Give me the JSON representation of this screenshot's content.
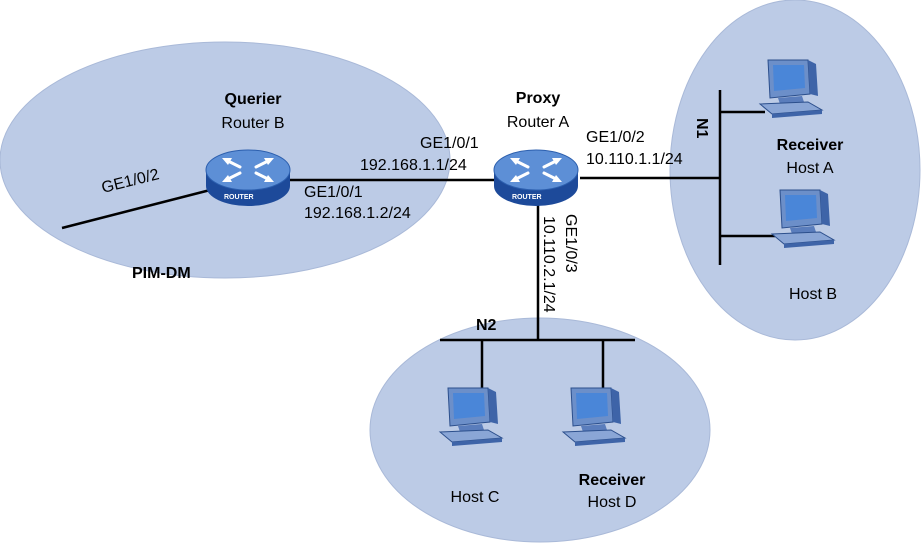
{
  "colors": {
    "area_fill": "#bccbe6",
    "area_stroke": "#a9b9d8",
    "line": "#000000",
    "router_top": "#5d8fd6",
    "router_side": "#1d4a9a",
    "host_screen": "#4a86d8",
    "host_body": "#6c8fc9"
  },
  "areas": {
    "pim_label": "PIM-DM"
  },
  "routers": {
    "router_b": {
      "role": "Querier",
      "name": "Router B",
      "badge": "ROUTER"
    },
    "router_a": {
      "role": "Proxy",
      "name": "Router A",
      "badge": "ROUTER"
    }
  },
  "interfaces": {
    "rb_ge102": "GE1/0/2",
    "rb_ge101": "GE1/0/1",
    "rb_ip": "192.168.1.2/24",
    "ra_ge101": "GE1/0/1",
    "ra_ip1": "192.168.1.1/24",
    "ra_ge102": "GE1/0/2",
    "ra_ip2": "10.110.1.1/24",
    "ra_ge103": "GE1/0/3",
    "ra_ip3": "10.110.2.1/24"
  },
  "networks": {
    "n1": "N1",
    "n2": "N2"
  },
  "hosts": {
    "host_a": {
      "role": "Receiver",
      "name": "Host A"
    },
    "host_b": {
      "role": "",
      "name": "Host B"
    },
    "host_c": {
      "role": "",
      "name": "Host C"
    },
    "host_d": {
      "role": "Receiver",
      "name": "Host D"
    }
  },
  "icons": {
    "router": "router-icon",
    "host": "computer-icon"
  }
}
